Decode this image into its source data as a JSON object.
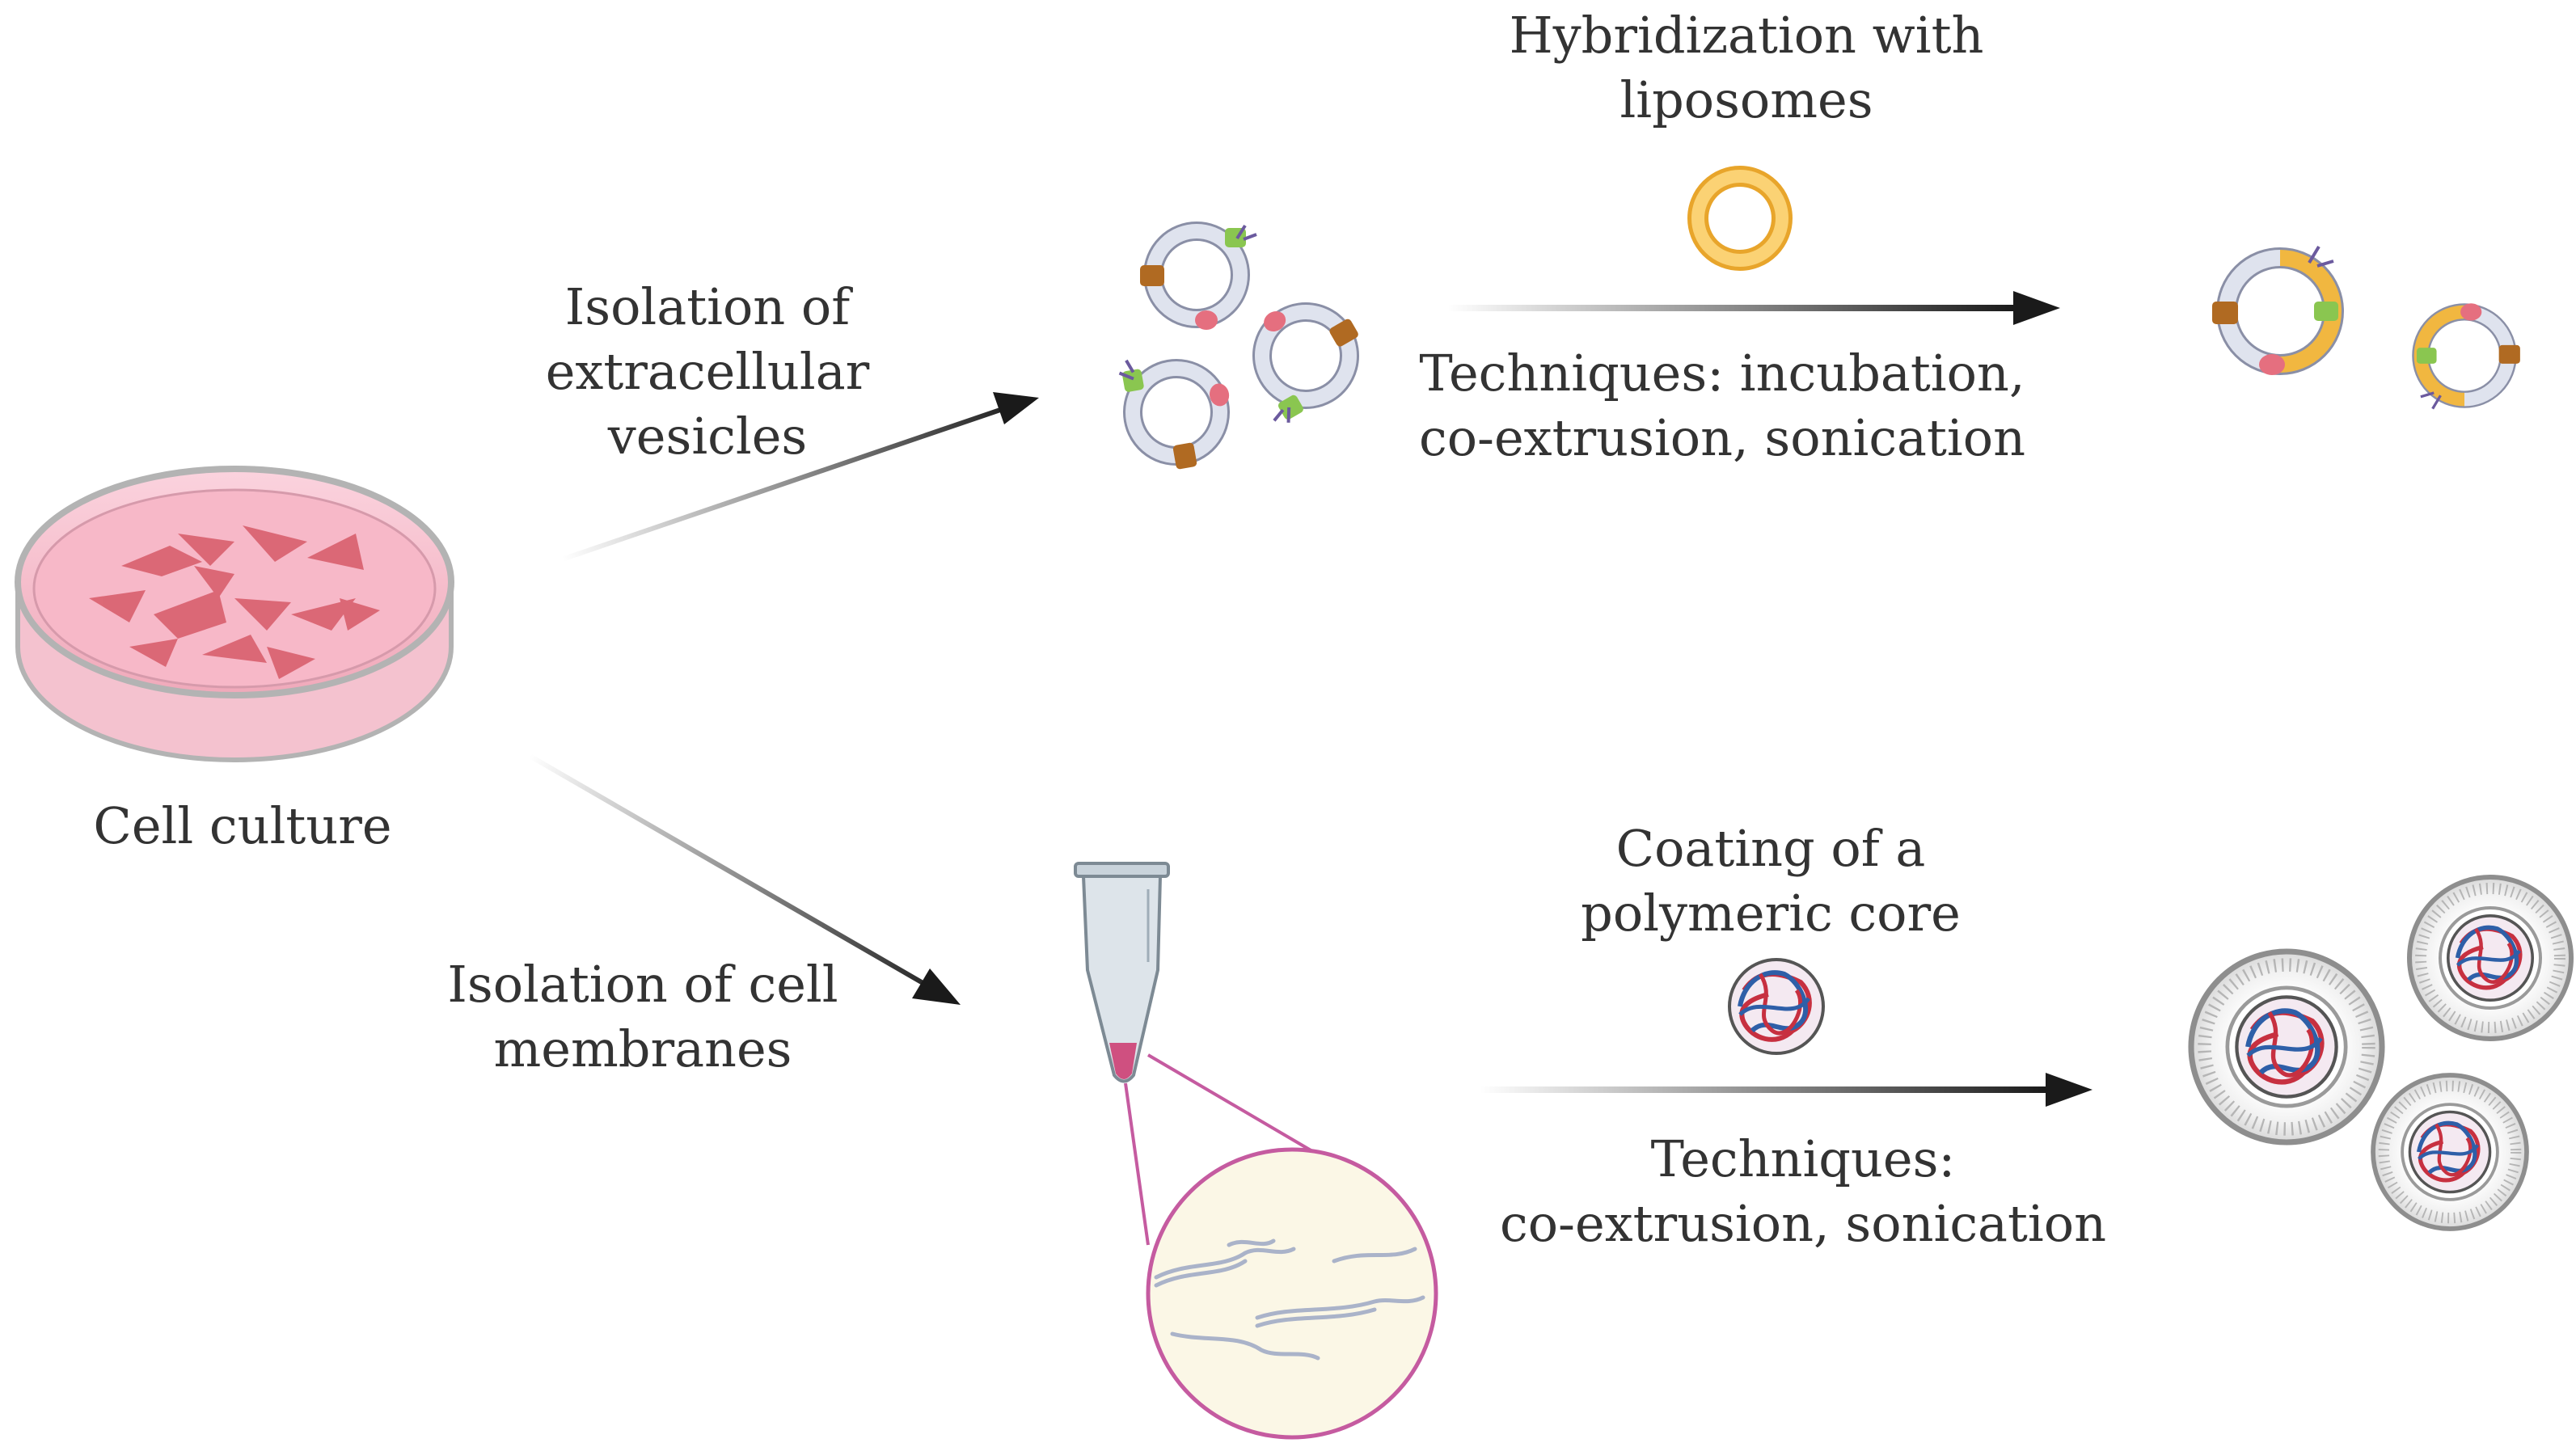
{
  "labels": {
    "cell_culture": "Cell culture",
    "isolation_ev": [
      "Isolation of",
      "extracellular",
      "vesicles"
    ],
    "isolation_membranes": [
      "Isolation of cell",
      "membranes"
    ],
    "hybridization": [
      "Hybridization with",
      "liposomes"
    ],
    "techniques_top": [
      "Techniques: incubation,",
      "co-extrusion, sonication"
    ],
    "coating": [
      "Coating of a",
      "polymeric core"
    ],
    "techniques_bottom": [
      "Techniques:",
      "co-extrusion, sonication"
    ]
  },
  "colors": {
    "text": "#333333",
    "arrow": "#1a1a1a",
    "dish_media": "#f4b8c6",
    "cells": "#d9606e",
    "liposome": "#f1b740",
    "membrane": "#b9bfd4",
    "protein_green": "#8ac650",
    "protein_brown": "#b06a22",
    "protein_pink": "#e56f7f",
    "tube": "#dde4ea",
    "tube_liquid": "#cf5080",
    "zoom_circle": "#c55ba0",
    "zoom_fill": "#fbf7e6",
    "core_red": "#c73040",
    "core_blue": "#2e5fa8",
    "shell_gray": "#9a9a9a"
  }
}
